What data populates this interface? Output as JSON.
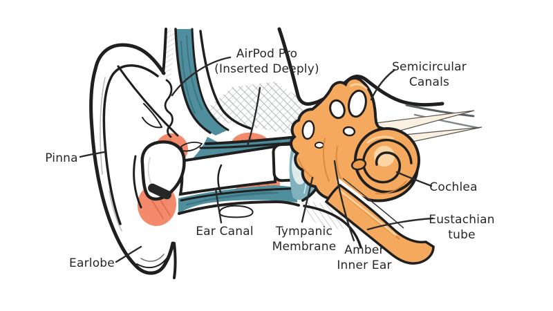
{
  "diagram": {
    "subject": "Ear anatomy cross-section with AirPod Pro inserted deeply",
    "labels": {
      "airpod": {
        "line1": "AirPod Pro",
        "line2": "(Inserted Deeply)"
      },
      "semicircular": {
        "line1": "Semicircular",
        "line2": "Canals"
      },
      "pinna": {
        "text": "Pinna"
      },
      "cochlea": {
        "text": "Cochlea"
      },
      "eustachian": {
        "line1": "Eustachian",
        "line2": "tube"
      },
      "ear_canal": {
        "text": "Ear Canal"
      },
      "tympanic": {
        "line1": "Tympanic",
        "line2": "Membrane"
      },
      "amber": {
        "line1": "Amber",
        "line2": "Inner Ear"
      },
      "earlobe": {
        "text": "Earlobe"
      }
    },
    "colors": {
      "background": "#ffffff",
      "ink": "#1f1f1f",
      "canal_teal": "#4f8e9c",
      "canal_teal_dark": "#3a7280",
      "membrane_teal": "#7fb2bd",
      "pressure_salmon": "#f28a6b",
      "pressure_salmon_dark": "#e3684c",
      "inner_ear_amber": "#f4a95f",
      "inner_ear_amber_dark": "#d8883c",
      "inner_ear_highlight": "#fbd6a4"
    }
  }
}
